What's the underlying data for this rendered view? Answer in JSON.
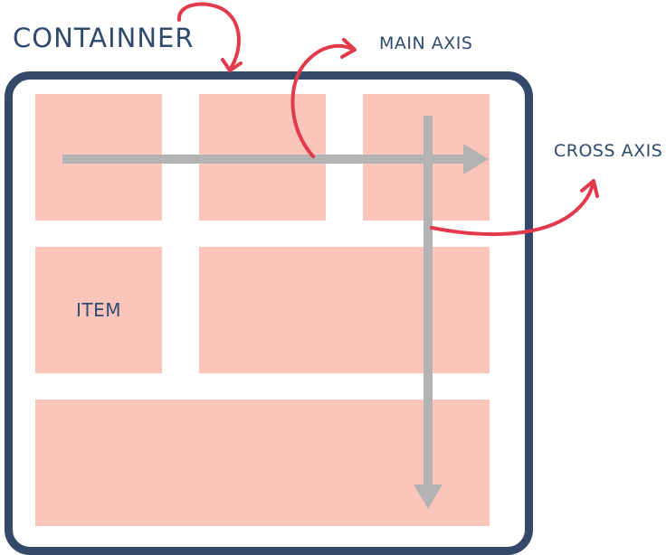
{
  "labels": {
    "container": "CONTAINNER",
    "main_axis": "MAIN AXIS",
    "cross_axis": "CROSS AXIS",
    "item": "ITEM"
  },
  "colors": {
    "container_border": "#34496a",
    "item_fill": "#fcc5bb",
    "axis_arrow": "#b3b3b3",
    "callout_arrow": "#e23a4c",
    "text": "#2f4a6d"
  }
}
